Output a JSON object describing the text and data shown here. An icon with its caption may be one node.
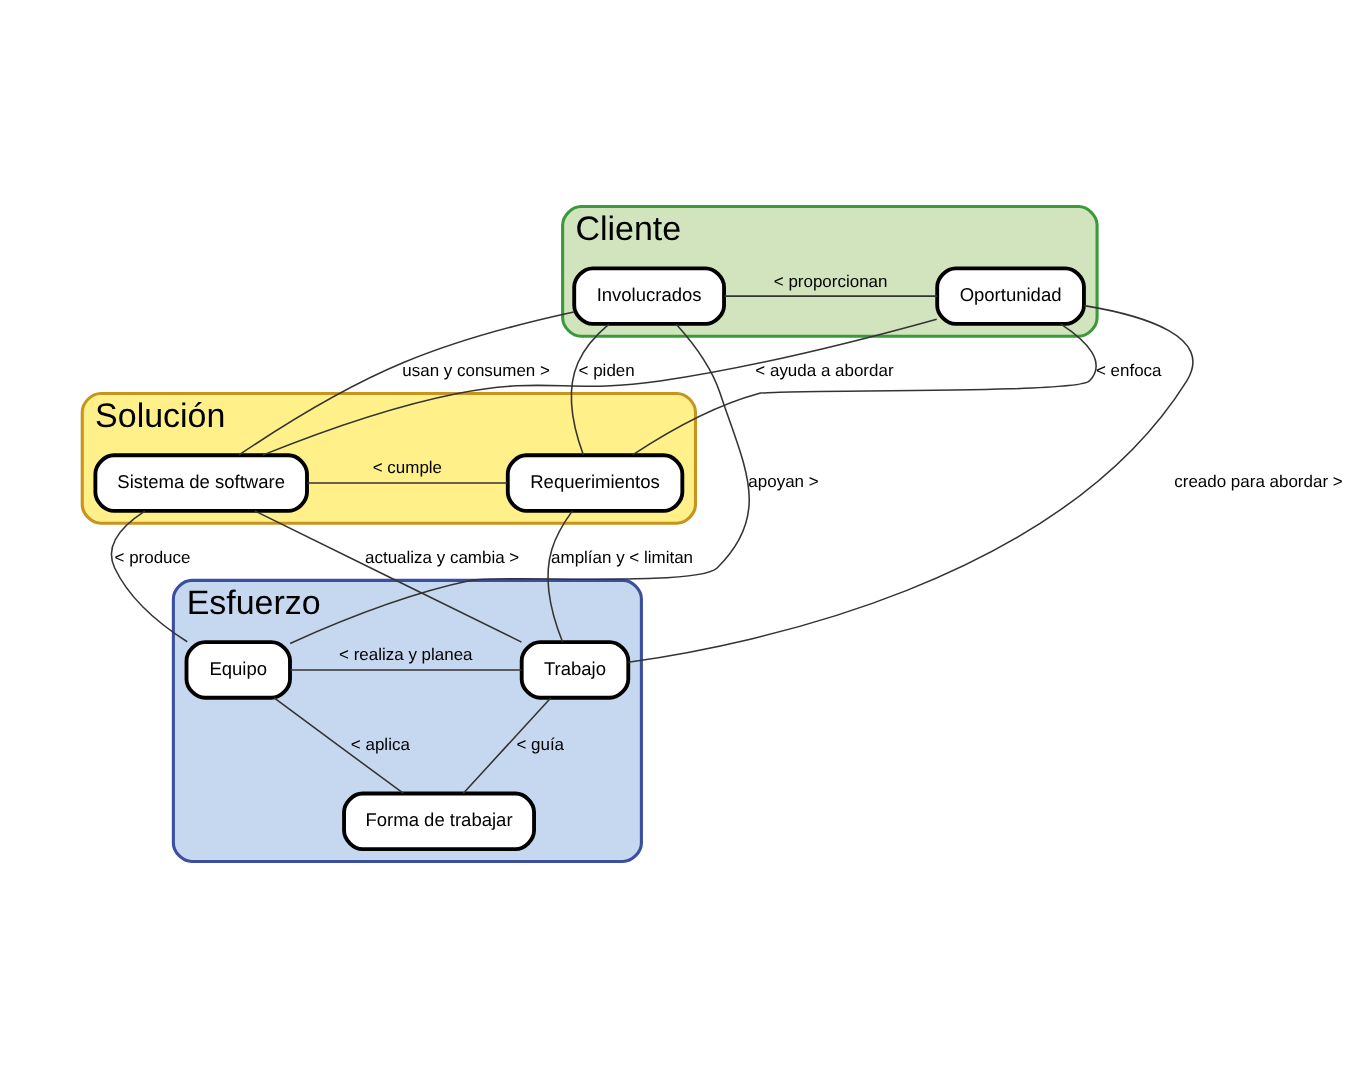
{
  "diagram": {
    "nodes": [
      {
        "text": [
          "Cliente"
        ]
      },
      {
        "text": [
          "Oportunidad"
        ],
        "in": 0
      },
      {
        "text": [
          "Involucrados"
        ],
        "in": 0
      },
      {
        "text": [
          "Solución"
        ]
      },
      {
        "text": [
          "Requerimientos"
        ],
        "in": 3
      },
      {
        "text": [
          "Sistema de software"
        ],
        "in": 3
      },
      {
        "text": [
          "Esfuerzo"
        ]
      },
      {
        "text": [
          "Trabajo"
        ],
        "in": 6
      },
      {
        "text": [
          "Equipo"
        ],
        "in": 6
      },
      {
        "text": [
          "Forma de trabajar"
        ],
        "in": 6
      }
    ],
    "edges": [
      {
        "from": 2,
        "to": 1,
        "arrow": "none",
        "label": "< proporcionan"
      },
      {
        "from": 1,
        "to": 4,
        "arrow": "none",
        "label": "< enfoca"
      },
      {
        "from": 1,
        "to": 5,
        "arrow": "none",
        "label": "< ayuda a abordar"
      },
      {
        "from": 2,
        "to": 4,
        "arrow": "none",
        "label": "< piden"
      },
      {
        "from": 2,
        "to": 5,
        "arrow": "none",
        "label": "usan y consumen >"
      },
      {
        "from": 5,
        "to": 4,
        "arrow": "none",
        "label": "< cumple"
      },
      {
        "from": 1,
        "to": 7,
        "arrow": "none",
        "label": "creado para abordar >"
      },
      {
        "from": 4,
        "to": 7,
        "arrow": "none",
        "label": "amplían y < limitan"
      },
      {
        "from": 7,
        "to": 5,
        "arrow": "none",
        "label": "actualiza y cambia >"
      },
      {
        "from": 5,
        "to": 8,
        "arrow": "none",
        "label": "< produce"
      },
      {
        "from": 2,
        "to": 8,
        "arrow": "none",
        "label": "apoyan >"
      },
      {
        "from": 8,
        "to": 7,
        "arrow": "none",
        "label": "< realiza y planea"
      },
      {
        "from": 7,
        "to": 9,
        "arrow": "none",
        "label": "< guía"
      },
      {
        "from": 8,
        "to": 9,
        "arrow": "none",
        "label": "< aplica"
      }
    ]
  }
}
